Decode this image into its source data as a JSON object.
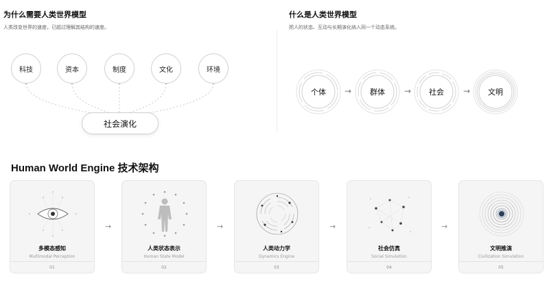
{
  "left_section": {
    "title": "为什么需要人类世界模型",
    "subtitle": "人类改变世界的速度，已超过理解其结构的速度。",
    "inputs": [
      "科技",
      "资本",
      "制度",
      "文化",
      "环境"
    ],
    "center": "社会演化"
  },
  "right_section": {
    "title": "什么是人类世界模型",
    "subtitle": "把人的状态、互动与长期演化纳入同一个动态系统。",
    "stages": [
      "个体",
      "群体",
      "社会",
      "文明"
    ],
    "arrow": "→"
  },
  "architecture": {
    "title": "Human World Engine 技术架构",
    "arrow": "→",
    "cards": [
      {
        "title": "多模态感知",
        "subtitle": "Multimodal Perception",
        "number": "01",
        "icon": "eye-icon"
      },
      {
        "title": "人类状态表示",
        "subtitle": "Human State Model",
        "number": "02",
        "icon": "human-figure-icon"
      },
      {
        "title": "人类动力学",
        "subtitle": "Dynamics Engine",
        "number": "03",
        "icon": "spiral-icon"
      },
      {
        "title": "社会仿真",
        "subtitle": "Social Simulation",
        "number": "04",
        "icon": "network-icon"
      },
      {
        "title": "文明推演",
        "subtitle": "Civilization Simulation",
        "number": "05",
        "icon": "concentric-circles-icon"
      }
    ]
  }
}
